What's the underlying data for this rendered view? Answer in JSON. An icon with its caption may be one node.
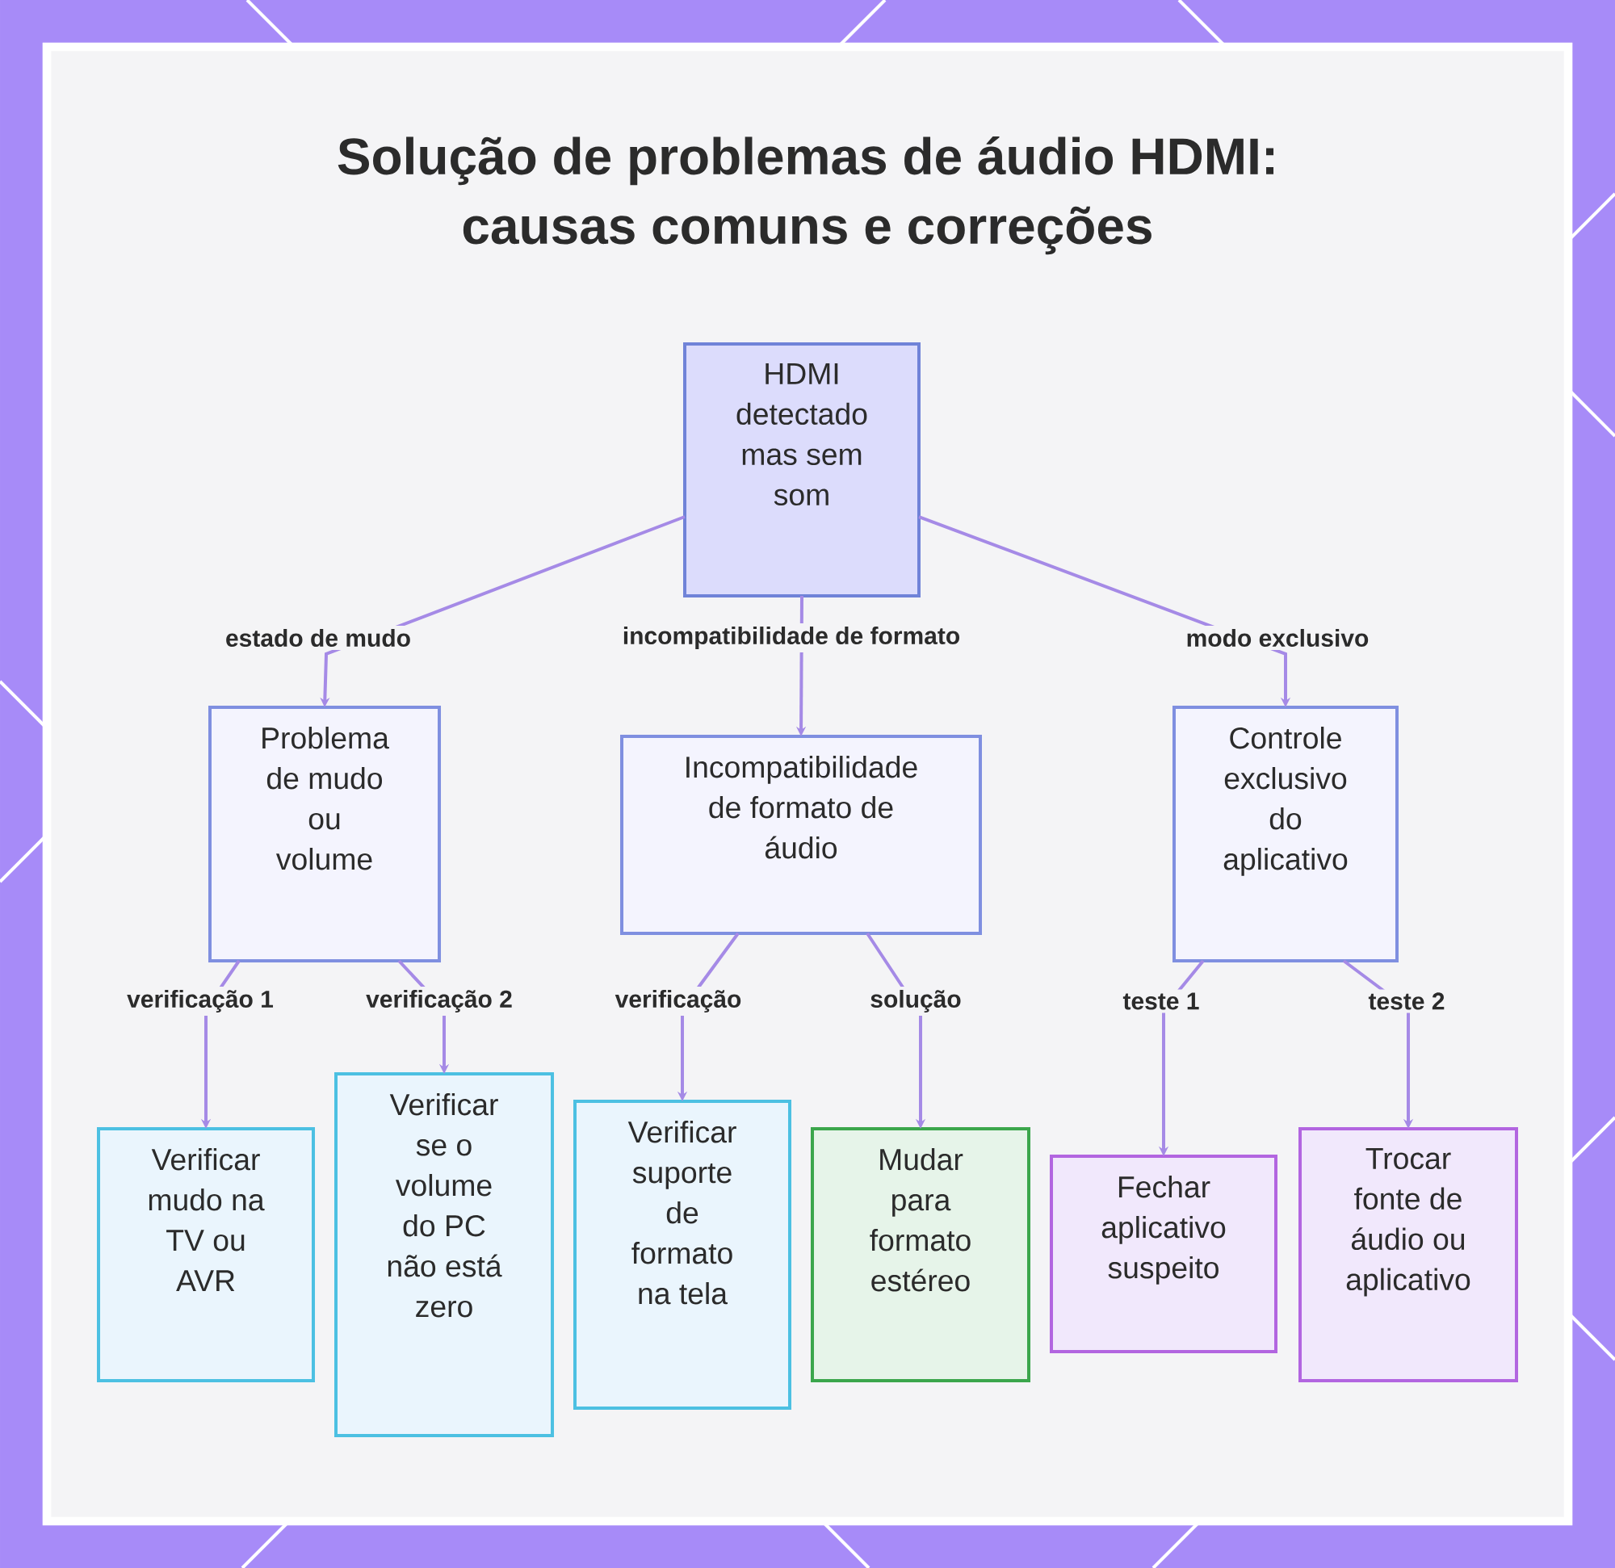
{
  "diagram": {
    "title": "Solução de problemas de áudio HDMI: causas comuns e correções",
    "nodes": [
      {
        "text": [
          "HDMI detectado mas sem som"
        ]
      },
      {
        "text": [
          "Problema de mudo ou volume"
        ]
      },
      {
        "text": [
          "Incompatibilidade de formato de áudio"
        ]
      },
      {
        "text": [
          "Controle exclusivo do aplicativo"
        ]
      },
      {
        "text": [
          "Verificar mudo na TV ou AVR"
        ]
      },
      {
        "text": [
          "Verificar se o volume do PC não está zero"
        ]
      },
      {
        "text": [
          "Verificar suporte de formato na tela"
        ]
      },
      {
        "text": [
          "Mudar para formato estéreo"
        ]
      },
      {
        "text": [
          "Fechar aplicativo suspeito"
        ]
      },
      {
        "text": [
          "Trocar fonte de áudio ou aplicativo"
        ]
      }
    ],
    "edges": [
      {
        "from": 0,
        "to": 1,
        "arrow": "to",
        "label": "estado de mudo"
      },
      {
        "from": 0,
        "to": 2,
        "arrow": "to",
        "label": "incompatibilidade de formato"
      },
      {
        "from": 0,
        "to": 3,
        "arrow": "to",
        "label": "modo exclusivo"
      },
      {
        "from": 1,
        "to": 4,
        "arrow": "to",
        "label": "verificação 1"
      },
      {
        "from": 1,
        "to": 5,
        "arrow": "to",
        "label": "verificação 2"
      },
      {
        "from": 2,
        "to": 6,
        "arrow": "to",
        "label": "verificação"
      },
      {
        "from": 2,
        "to": 7,
        "arrow": "to",
        "label": "solução"
      },
      {
        "from": 3,
        "to": 8,
        "arrow": "to",
        "label": "teste 1"
      },
      {
        "from": 3,
        "to": 9,
        "arrow": "to",
        "label": "teste 2"
      }
    ]
  }
}
